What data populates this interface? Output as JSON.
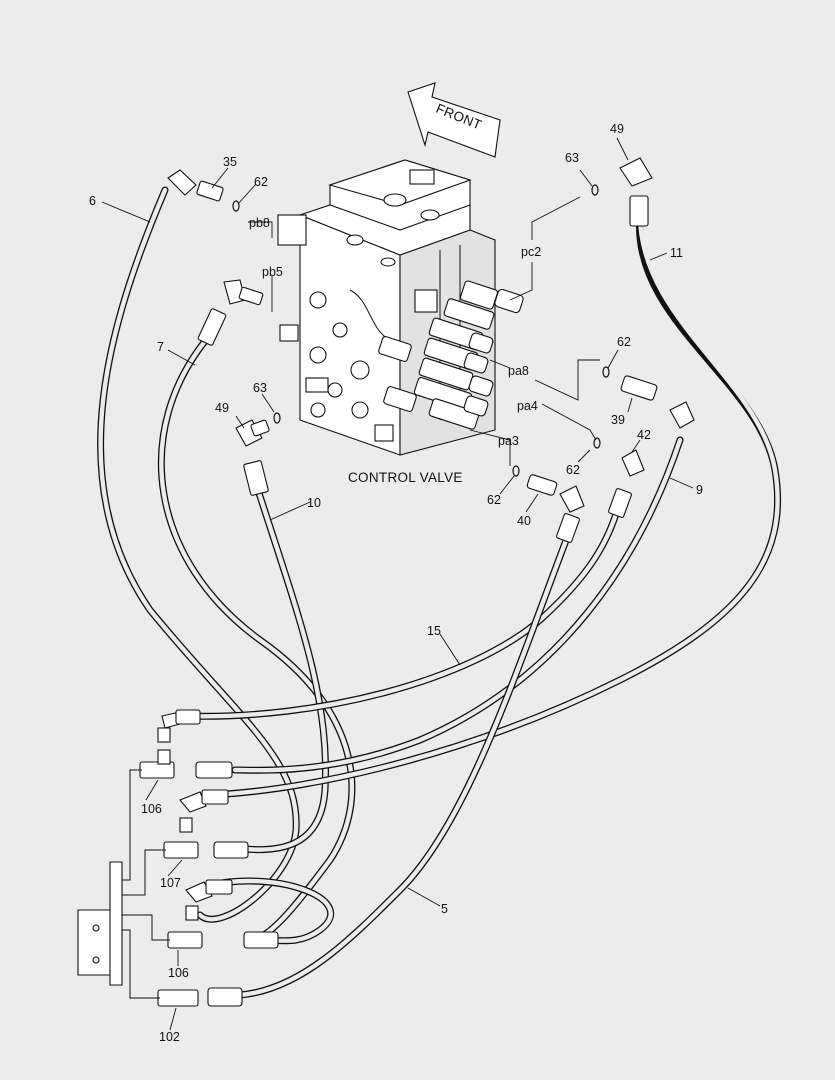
{
  "diagram": {
    "title": "CONTROL VALVE",
    "arrow_label": "FRONT",
    "part_numbers": [
      {
        "id": "6",
        "text": "6"
      },
      {
        "id": "35",
        "text": "35"
      },
      {
        "id": "62a",
        "text": "62"
      },
      {
        "id": "pb8",
        "text": "pb8"
      },
      {
        "id": "pb5",
        "text": "pb5"
      },
      {
        "id": "7",
        "text": "7"
      },
      {
        "id": "63a",
        "text": "63"
      },
      {
        "id": "49a",
        "text": "49"
      },
      {
        "id": "10",
        "text": "10"
      },
      {
        "id": "49b",
        "text": "49"
      },
      {
        "id": "63b",
        "text": "63"
      },
      {
        "id": "pc2",
        "text": "pc2"
      },
      {
        "id": "11",
        "text": "11"
      },
      {
        "id": "62b",
        "text": "62"
      },
      {
        "id": "pa8",
        "text": "pa8"
      },
      {
        "id": "39",
        "text": "39"
      },
      {
        "id": "pa4",
        "text": "pa4"
      },
      {
        "id": "42",
        "text": "42"
      },
      {
        "id": "62c",
        "text": "62"
      },
      {
        "id": "pa3",
        "text": "pa3"
      },
      {
        "id": "9",
        "text": "9"
      },
      {
        "id": "62d",
        "text": "62"
      },
      {
        "id": "40",
        "text": "40"
      },
      {
        "id": "15",
        "text": "15"
      },
      {
        "id": "106a",
        "text": "106"
      },
      {
        "id": "107",
        "text": "107"
      },
      {
        "id": "5",
        "text": "5"
      },
      {
        "id": "106b",
        "text": "106"
      },
      {
        "id": "102",
        "text": "102"
      }
    ]
  }
}
